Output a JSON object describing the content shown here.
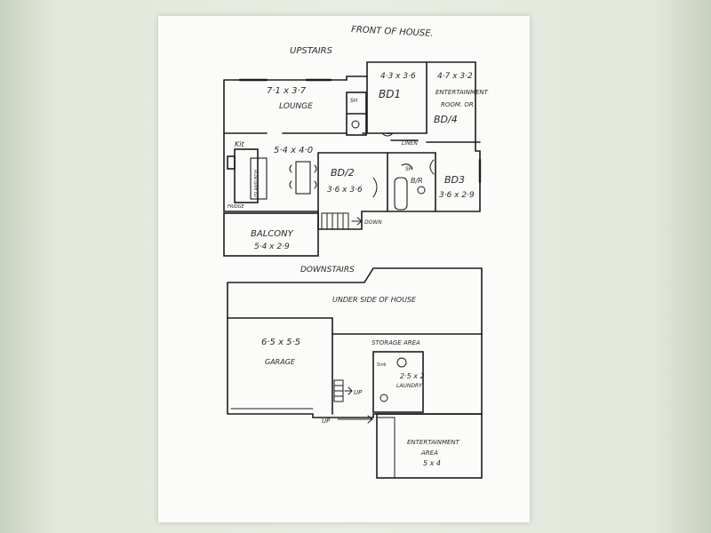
{
  "plan": {
    "front_note": "FRONT OF HOUSE.",
    "upstairs_title": "UPSTAIRS",
    "downstairs_title": "DOWNSTAIRS",
    "lounge_dims": "7·1 x 3·7",
    "lounge_label": "LOUNGE",
    "sh_label_1": "SH",
    "bd1_dims": "4·3 x 3·6",
    "bd1_label": "BD1",
    "ent_room_dims": "4·7 x 3·2",
    "ent_room_label_1": "ENTERTAINMENT",
    "ent_room_label_2": "ROOM. OR",
    "bd4_label": "BD/4",
    "linen_label": "LINEN",
    "kitchen_label": "Kit",
    "island_label": "ISLAND BCH",
    "dining_dims": "5·4 x 4·0",
    "bd2_label": "BD/2",
    "bd2_dims": "3·6 x 3·6",
    "sh_label_2": "SH",
    "br_label": "B/R",
    "bd3_label": "BD3",
    "bd3_dims": "3·6 x 2·9",
    "fridge_label": "FRIDGE",
    "down_label": "DOWN",
    "balcony_label": "BALCONY",
    "balcony_dims": "5·4 x 2·9",
    "underside_label": "UNDER SIDE OF HOUSE",
    "garage_dims": "6·5 x 5·5",
    "garage_label": "GARAGE",
    "storage_label": "STORAGE AREA",
    "laundry_dims": "2·5 x 2",
    "laundry_label": "LAUNDRY",
    "sink_label": "Sink",
    "up_label_1": "UP",
    "up_label_2": "UP",
    "ent_area_label_1": "ENTERTAINMENT",
    "ent_area_label_2": "AREA",
    "ent_area_dims": "5 x 4"
  }
}
